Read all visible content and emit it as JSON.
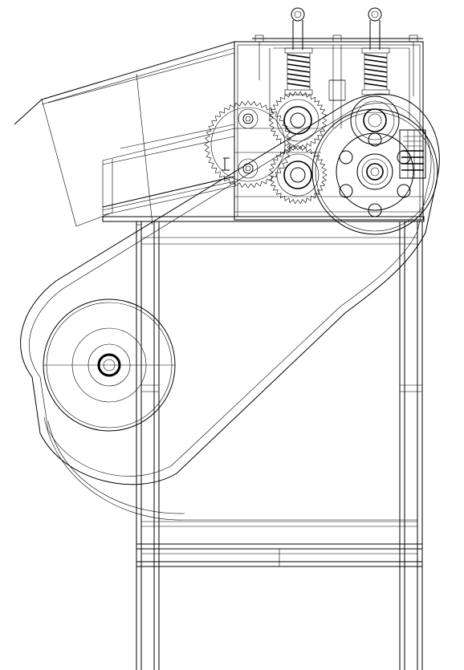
{
  "drawing": {
    "kind": "mechanical-line-drawing",
    "line_color": "#000000",
    "background": "#ffffff",
    "components": [
      "feed-hopper",
      "roller-housing",
      "compression-springs",
      "adjusting-bolts",
      "upper-gear",
      "lower-gear",
      "large-side-gear",
      "driven-pulley",
      "motor-pulley",
      "drive-belt",
      "support-frame"
    ]
  }
}
